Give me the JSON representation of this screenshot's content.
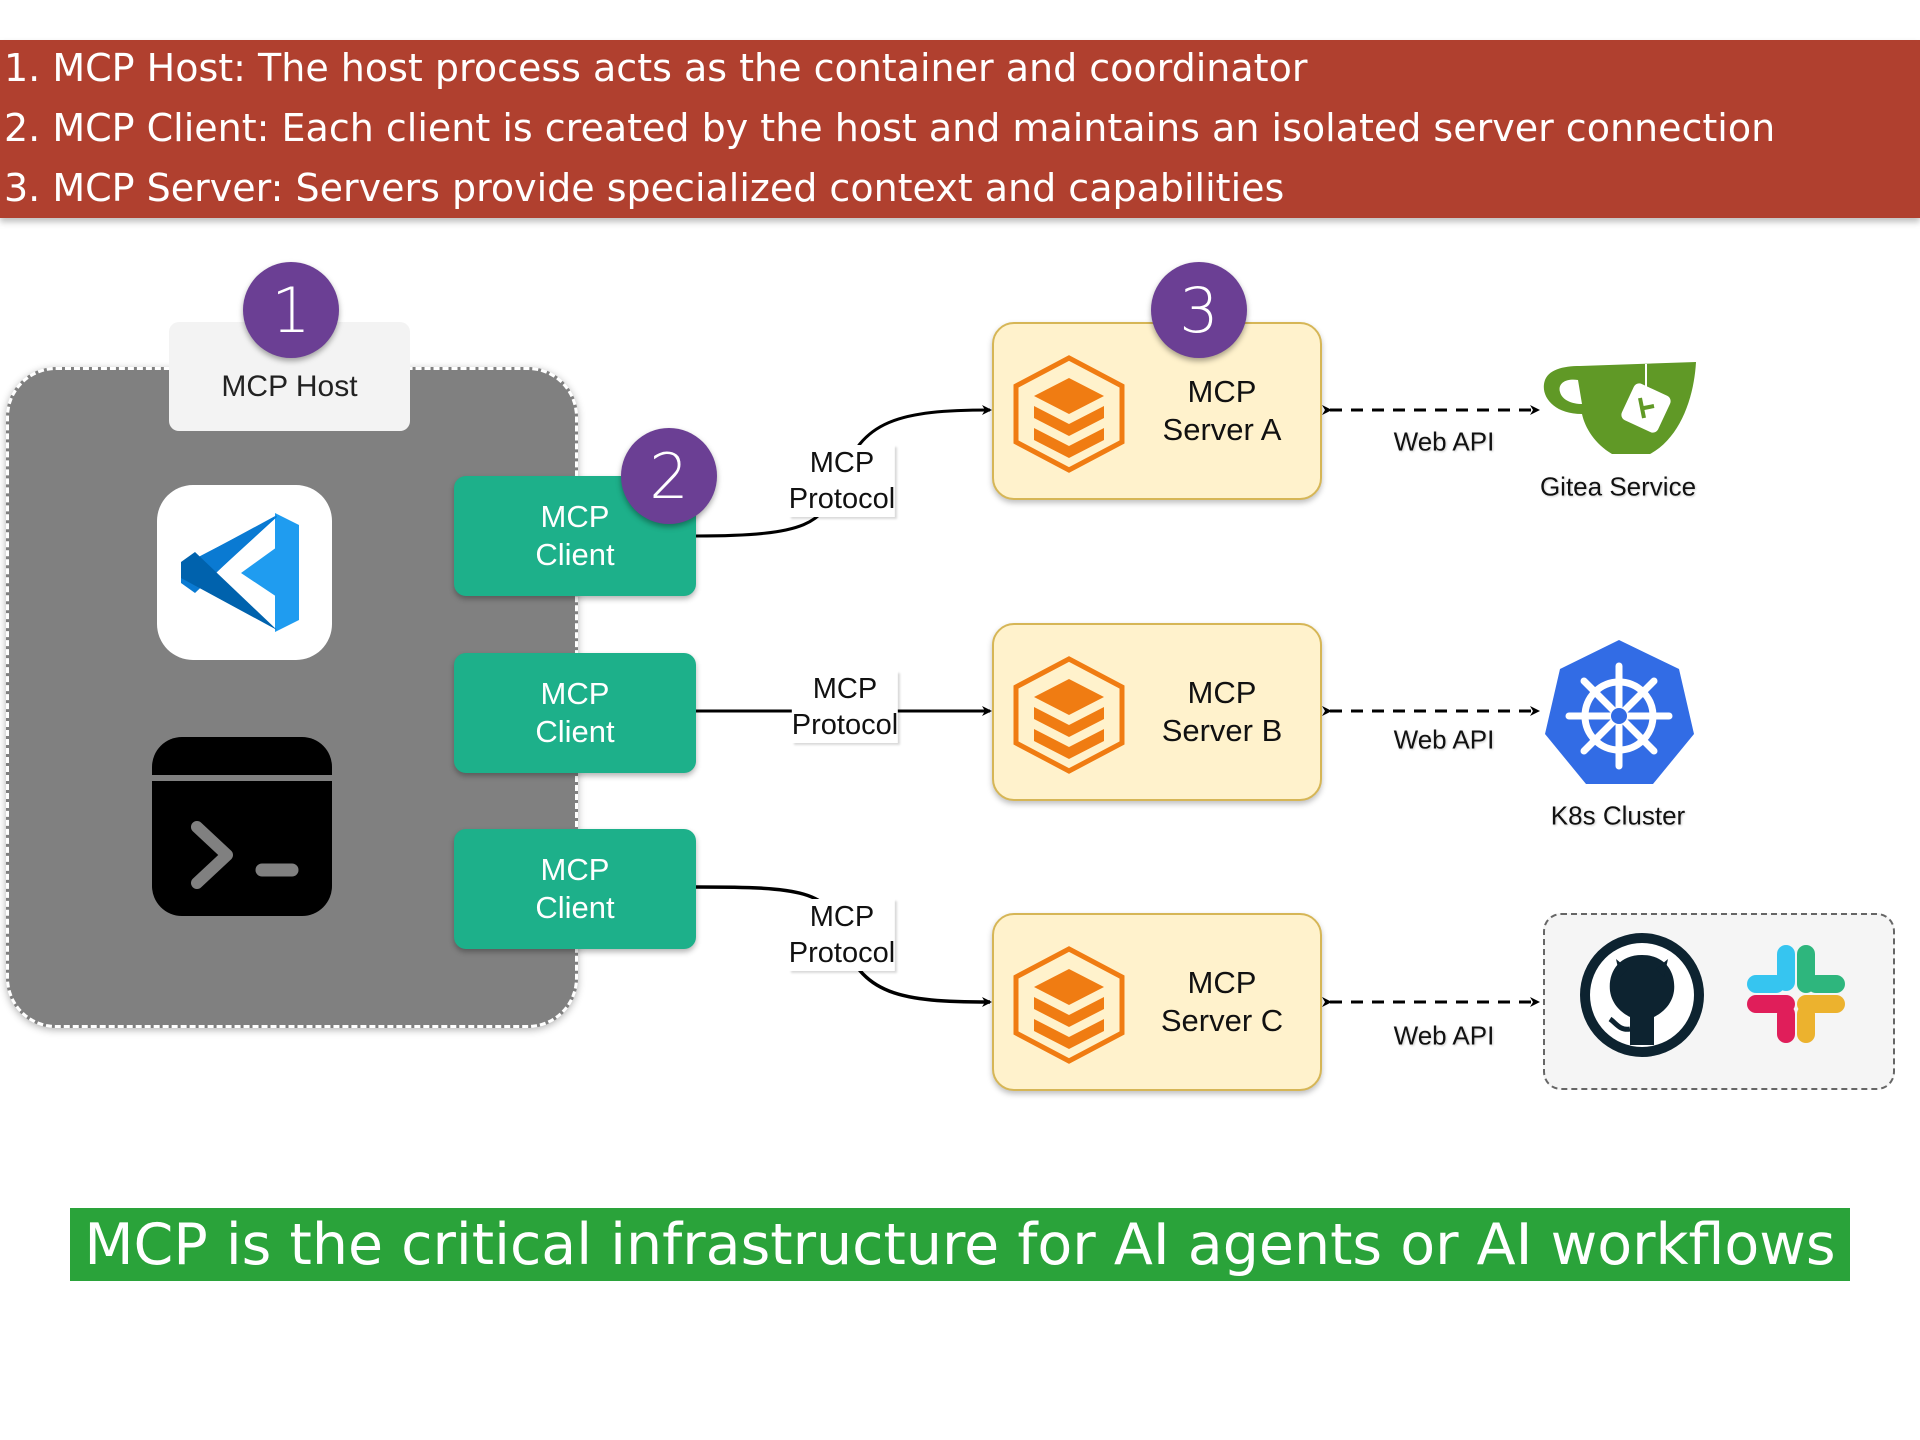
{
  "banner": {
    "lines": [
      "1.  MCP Host: The host process acts as the container and coordinator",
      "2.  MCP Client: Each client is created by the host and maintains an isolated server connection",
      "3.  MCP Server: Servers provide specialized context and capabilities"
    ],
    "color": "#b0402f"
  },
  "host": {
    "label": "MCP Host",
    "badge": "1",
    "apps": [
      "vscode-icon",
      "terminal-icon"
    ]
  },
  "clients": {
    "badge": "2",
    "items": [
      {
        "line1": "MCP",
        "line2": "Client"
      },
      {
        "line1": "MCP",
        "line2": "Client"
      },
      {
        "line1": "MCP",
        "line2": "Client"
      }
    ],
    "color": "#1db08a"
  },
  "protocols": [
    {
      "line1": "MCP",
      "line2": "Protocol"
    },
    {
      "line1": "MCP",
      "line2": "Protocol"
    },
    {
      "line1": "MCP",
      "line2": "Protocol"
    }
  ],
  "servers": {
    "badge": "3",
    "items": [
      {
        "line1": "MCP",
        "line2": "Server A"
      },
      {
        "line1": "MCP",
        "line2": "Server B"
      },
      {
        "line1": "MCP",
        "line2": "Server C"
      }
    ],
    "color": "#fff2cc"
  },
  "web_api": [
    "Web API",
    "Web API",
    "Web API"
  ],
  "services": [
    {
      "label": "Gitea Service",
      "icon": "gitea-icon"
    },
    {
      "label": "K8s Cluster",
      "icon": "kubernetes-icon"
    },
    {
      "icons": [
        "github-icon",
        "slack-icon"
      ]
    }
  ],
  "footer": {
    "text": "MCP is the critical infrastructure for AI agents or AI workflows",
    "color": "#2aa33a"
  }
}
